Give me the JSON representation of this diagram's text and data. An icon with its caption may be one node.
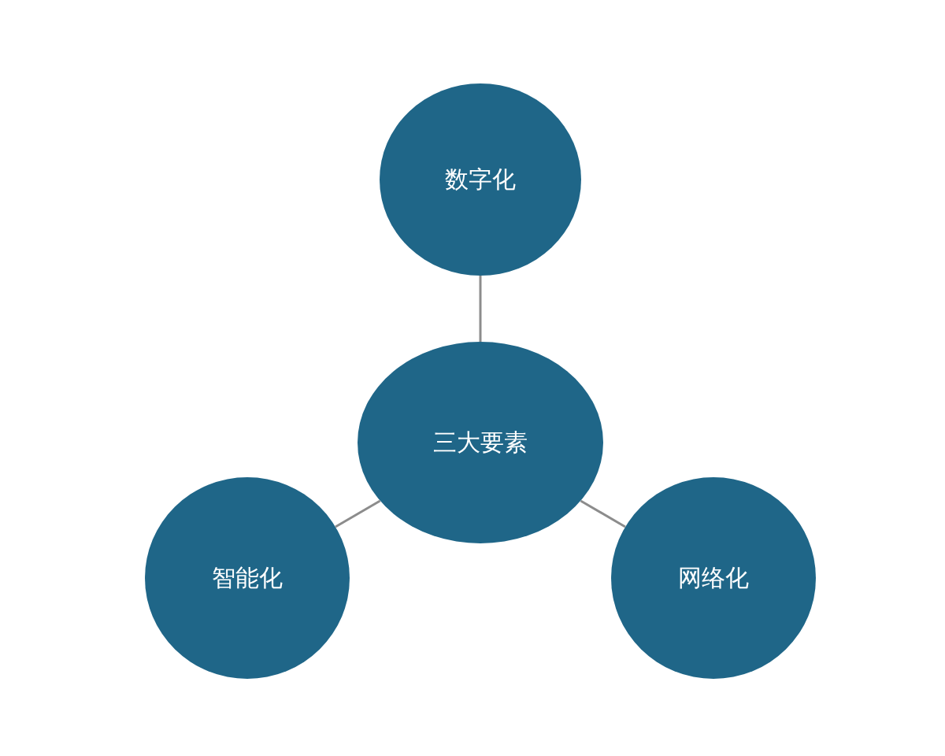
{
  "diagram": {
    "nodes": [
      {
        "text": [
          "数字化"
        ]
      },
      {
        "text": [
          "三大要素"
        ]
      },
      {
        "text": [
          "智能化"
        ]
      },
      {
        "text": [
          "网络化"
        ]
      }
    ],
    "edges": [
      {
        "from": 1,
        "to": 0,
        "arrow": "none"
      },
      {
        "from": 1,
        "to": 2,
        "arrow": "none"
      },
      {
        "from": 1,
        "to": 3,
        "arrow": "none"
      }
    ]
  }
}
